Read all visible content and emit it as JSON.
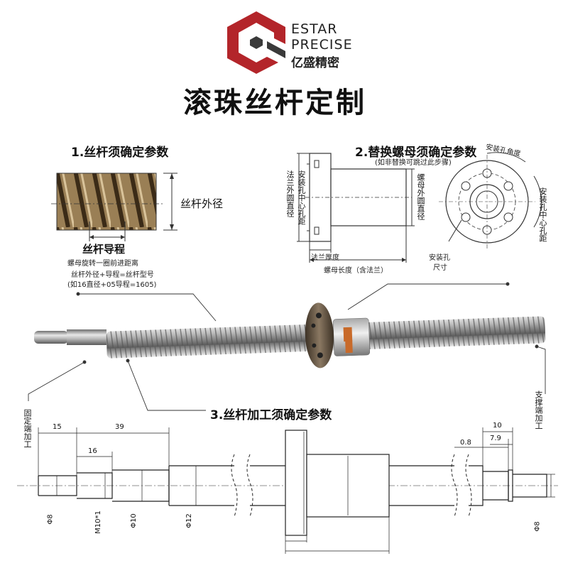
{
  "brand": {
    "line1": "ESTAR",
    "line2": "PRECISE",
    "cn": "亿盛精密",
    "logo_color": "#b3252a"
  },
  "title": "滚珠丝杆定制",
  "section1": {
    "title": "1.丝杆须确定参数",
    "outer_diameter": "丝杆外径",
    "lead": "丝杆导程",
    "lead_desc": "螺母旋转一圈前进距离",
    "formula": "丝杆外径+导程=丝杆型号",
    "example": "(如16直径+05导程=1605)"
  },
  "section2": {
    "title": "2.替换螺母须确定参数",
    "subtitle": "(如非替换可跳过此步骤)",
    "flange_outer_diameter": "法兰外圆直径",
    "mount_hole_center_distance": "安装孔中心孔距",
    "nut_outer_diameter": "螺母外圆直径",
    "flange_thickness": "法兰厚度",
    "nut_length": "螺母长度（含法兰）",
    "mount_hole_angle": "安装孔角度",
    "mount_hole_center_distance_right": "安装孔中心孔距",
    "mount_hole_size_1": "安装孔",
    "mount_hole_size_2": "尺寸"
  },
  "section3": {
    "title": "3.丝杆加工须确定参数",
    "fixed_end": "固定端加工",
    "support_end": "支撑端加工",
    "dims": {
      "d15": "15",
      "d39": "39",
      "d16": "16",
      "d10": "10",
      "d08": "0.8",
      "d79": "7.9"
    },
    "diameters": {
      "phi8_left": "Φ8",
      "m10": "M10*1",
      "phi10": "Φ10",
      "phi12": "Φ12",
      "phi8_right": "Φ8"
    }
  }
}
